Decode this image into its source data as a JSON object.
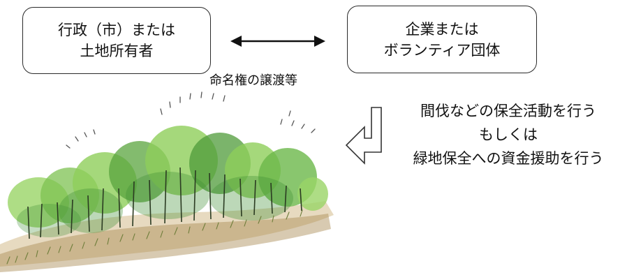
{
  "left_box": {
    "line1": "行政（市）または",
    "line2": "土地所有者"
  },
  "right_box": {
    "line1": "企業または",
    "line2": "ボランティア団体"
  },
  "transfer_label": "命名権の譲渡等",
  "action_text": {
    "line1": "間伐などの保全活動を行う",
    "line2": "もしくは",
    "line3": "緑地保全への資金援助を行う"
  },
  "colors": {
    "box_border": "#2a2a2a",
    "text": "#111111",
    "tree_light": "#8fce5a",
    "tree_dark": "#3e8f34",
    "soil": "#a98a52"
  },
  "icons": {
    "link_arrow": "double-headed-arrow-icon",
    "return_arrow": "hook-left-arrow-icon",
    "illustration": "forest-illustration"
  }
}
